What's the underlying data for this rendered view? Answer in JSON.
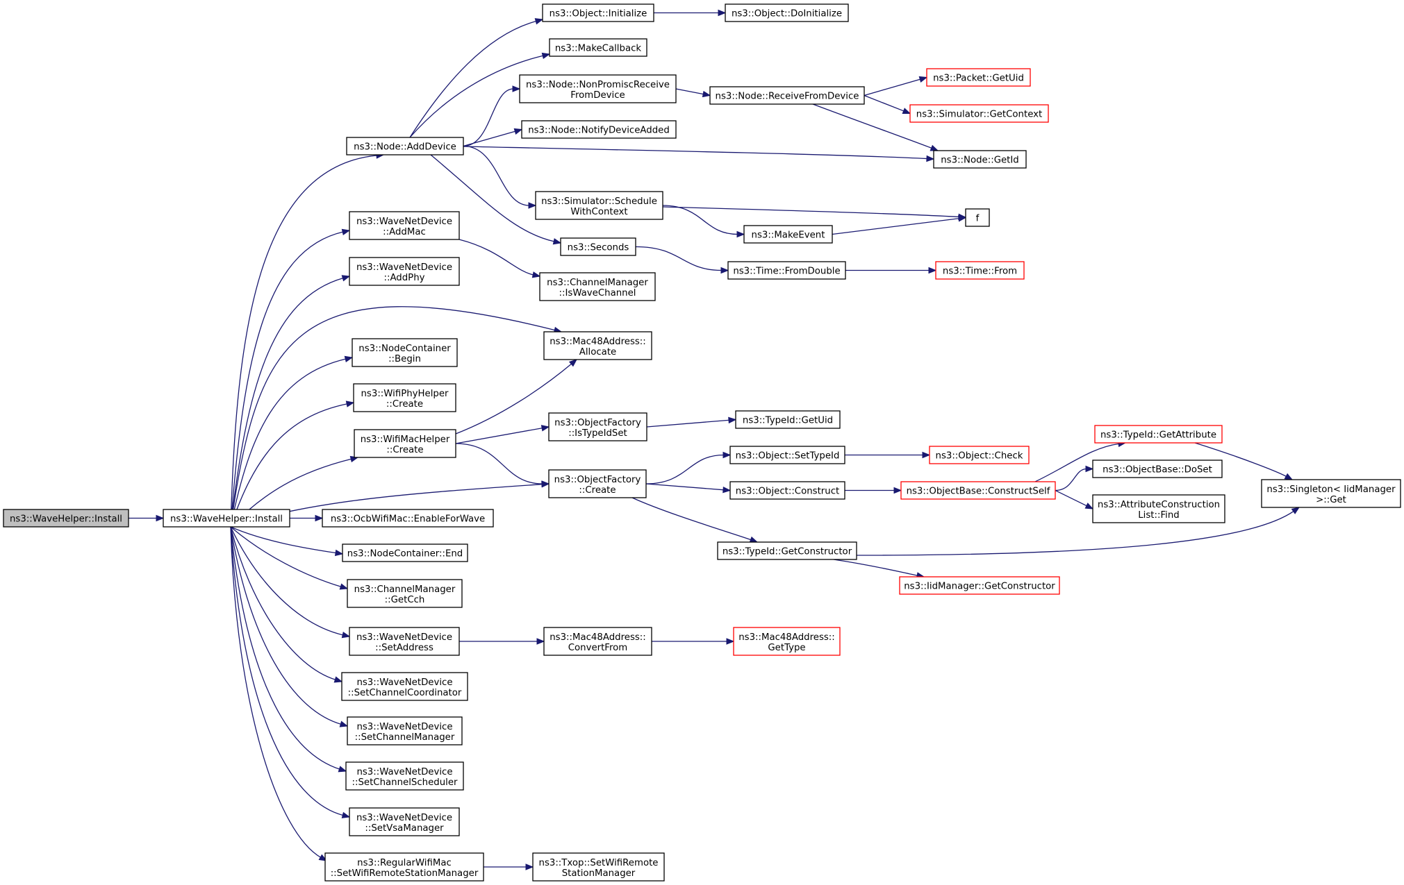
{
  "diagram": {
    "colors": {
      "edge": "#191970",
      "node_border": "#000000",
      "node_border_truncated": "#ff0000",
      "node_fill": "#ffffff",
      "root_fill": "#bfbfbf"
    },
    "nodes": [
      {
        "id": "root",
        "lines": [
          "ns3::WaveHelper::Install"
        ],
        "style": "root"
      },
      {
        "id": "install",
        "lines": [
          "ns3::WaveHelper::Install"
        ],
        "style": "normal"
      },
      {
        "id": "addDevice",
        "lines": [
          "ns3::Node::AddDevice"
        ],
        "style": "normal"
      },
      {
        "id": "objInit",
        "lines": [
          "ns3::Object::Initialize"
        ],
        "style": "normal"
      },
      {
        "id": "objDoInit",
        "lines": [
          "ns3::Object::DoInitialize"
        ],
        "style": "normal"
      },
      {
        "id": "makeCallback",
        "lines": [
          "ns3::MakeCallback"
        ],
        "style": "normal"
      },
      {
        "id": "nonPromisc",
        "lines": [
          "ns3::Node::NonPromiscReceive",
          "FromDevice"
        ],
        "style": "normal"
      },
      {
        "id": "receiveFrom",
        "lines": [
          "ns3::Node::ReceiveFromDevice"
        ],
        "style": "normal"
      },
      {
        "id": "packetGetUid",
        "lines": [
          "ns3::Packet::GetUid"
        ],
        "style": "truncated"
      },
      {
        "id": "simGetContext",
        "lines": [
          "ns3::Simulator::GetContext"
        ],
        "style": "truncated"
      },
      {
        "id": "notifyDevice",
        "lines": [
          "ns3::Node::NotifyDeviceAdded"
        ],
        "style": "normal"
      },
      {
        "id": "nodeGetId",
        "lines": [
          "ns3::Node::GetId"
        ],
        "style": "normal"
      },
      {
        "id": "simSchedule",
        "lines": [
          "ns3::Simulator::Schedule",
          "WithContext"
        ],
        "style": "normal"
      },
      {
        "id": "f",
        "lines": [
          "f"
        ],
        "style": "normal"
      },
      {
        "id": "makeEvent",
        "lines": [
          "ns3::MakeEvent"
        ],
        "style": "normal"
      },
      {
        "id": "seconds",
        "lines": [
          "ns3::Seconds"
        ],
        "style": "normal"
      },
      {
        "id": "fromDouble",
        "lines": [
          "ns3::Time::FromDouble"
        ],
        "style": "normal"
      },
      {
        "id": "timeFrom",
        "lines": [
          "ns3::Time::From"
        ],
        "style": "truncated"
      },
      {
        "id": "addMac",
        "lines": [
          "ns3::WaveNetDevice",
          "::AddMac"
        ],
        "style": "normal"
      },
      {
        "id": "isWaveChannel",
        "lines": [
          "ns3::ChannelManager",
          "::IsWaveChannel"
        ],
        "style": "normal"
      },
      {
        "id": "addPhy",
        "lines": [
          "ns3::WaveNetDevice",
          "::AddPhy"
        ],
        "style": "normal"
      },
      {
        "id": "macAllocate",
        "lines": [
          "ns3::Mac48Address::",
          "Allocate"
        ],
        "style": "normal"
      },
      {
        "id": "ncBegin",
        "lines": [
          "ns3::NodeContainer",
          "::Begin"
        ],
        "style": "normal"
      },
      {
        "id": "wifiPhyCreate",
        "lines": [
          "ns3::WifiPhyHelper",
          "::Create"
        ],
        "style": "normal"
      },
      {
        "id": "wifiMacCreate",
        "lines": [
          "ns3::WifiMacHelper",
          "::Create"
        ],
        "style": "normal"
      },
      {
        "id": "ofIsTypeIdSet",
        "lines": [
          "ns3::ObjectFactory",
          "::IsTypeIdSet"
        ],
        "style": "normal"
      },
      {
        "id": "typeIdGetUid",
        "lines": [
          "ns3::TypeId::GetUid"
        ],
        "style": "normal"
      },
      {
        "id": "ofCreate",
        "lines": [
          "ns3::ObjectFactory",
          "::Create"
        ],
        "style": "normal"
      },
      {
        "id": "objSetTypeId",
        "lines": [
          "ns3::Object::SetTypeId"
        ],
        "style": "normal"
      },
      {
        "id": "objCheck",
        "lines": [
          "ns3::Object::Check"
        ],
        "style": "truncated"
      },
      {
        "id": "objConstruct",
        "lines": [
          "ns3::Object::Construct"
        ],
        "style": "normal"
      },
      {
        "id": "constructSelf",
        "lines": [
          "ns3::ObjectBase::ConstructSelf"
        ],
        "style": "truncated"
      },
      {
        "id": "getAttribute",
        "lines": [
          "ns3::TypeId::GetAttribute"
        ],
        "style": "truncated"
      },
      {
        "id": "doSet",
        "lines": [
          "ns3::ObjectBase::DoSet"
        ],
        "style": "normal"
      },
      {
        "id": "acListFind",
        "lines": [
          "ns3::AttributeConstruction",
          "List::Find"
        ],
        "style": "normal"
      },
      {
        "id": "singletonGet",
        "lines": [
          "ns3::Singleton< IidManager",
          " >::Get"
        ],
        "style": "normal"
      },
      {
        "id": "getConstructor",
        "lines": [
          "ns3::TypeId::GetConstructor"
        ],
        "style": "normal"
      },
      {
        "id": "iidGetConstructor",
        "lines": [
          "ns3::IidManager::GetConstructor"
        ],
        "style": "truncated"
      },
      {
        "id": "enableForWave",
        "lines": [
          "ns3::OcbWifiMac::EnableForWave"
        ],
        "style": "normal"
      },
      {
        "id": "ncEnd",
        "lines": [
          "ns3::NodeContainer::End"
        ],
        "style": "normal"
      },
      {
        "id": "getCch",
        "lines": [
          "ns3::ChannelManager",
          "::GetCch"
        ],
        "style": "normal"
      },
      {
        "id": "setAddress",
        "lines": [
          "ns3::WaveNetDevice",
          "::SetAddress"
        ],
        "style": "normal"
      },
      {
        "id": "convertFrom",
        "lines": [
          "ns3::Mac48Address::",
          "ConvertFrom"
        ],
        "style": "normal"
      },
      {
        "id": "macGetType",
        "lines": [
          "ns3::Mac48Address::",
          "GetType"
        ],
        "style": "truncated"
      },
      {
        "id": "setChanCoord",
        "lines": [
          "ns3::WaveNetDevice",
          "::SetChannelCoordinator"
        ],
        "style": "normal"
      },
      {
        "id": "setChanMgr",
        "lines": [
          "ns3::WaveNetDevice",
          "::SetChannelManager"
        ],
        "style": "normal"
      },
      {
        "id": "setChanSched",
        "lines": [
          "ns3::WaveNetDevice",
          "::SetChannelScheduler"
        ],
        "style": "normal"
      },
      {
        "id": "setVsaMgr",
        "lines": [
          "ns3::WaveNetDevice",
          "::SetVsaManager"
        ],
        "style": "normal"
      },
      {
        "id": "setWifiRsm",
        "lines": [
          "ns3::RegularWifiMac",
          "::SetWifiRemoteStationManager"
        ],
        "style": "normal"
      },
      {
        "id": "txopSetWifiRsm",
        "lines": [
          "ns3::Txop::SetWifiRemote",
          "StationManager"
        ],
        "style": "normal"
      }
    ],
    "edges": [
      [
        "root",
        "install"
      ],
      [
        "install",
        "addDevice"
      ],
      [
        "install",
        "addMac"
      ],
      [
        "install",
        "addPhy"
      ],
      [
        "install",
        "macAllocate"
      ],
      [
        "install",
        "ncBegin"
      ],
      [
        "install",
        "wifiPhyCreate"
      ],
      [
        "install",
        "wifiMacCreate"
      ],
      [
        "install",
        "ofCreate"
      ],
      [
        "install",
        "enableForWave"
      ],
      [
        "install",
        "ncEnd"
      ],
      [
        "install",
        "getCch"
      ],
      [
        "install",
        "setAddress"
      ],
      [
        "install",
        "setChanCoord"
      ],
      [
        "install",
        "setChanMgr"
      ],
      [
        "install",
        "setChanSched"
      ],
      [
        "install",
        "setVsaMgr"
      ],
      [
        "install",
        "setWifiRsm"
      ],
      [
        "addDevice",
        "objInit"
      ],
      [
        "addDevice",
        "makeCallback"
      ],
      [
        "addDevice",
        "nonPromisc"
      ],
      [
        "addDevice",
        "notifyDevice"
      ],
      [
        "addDevice",
        "nodeGetId"
      ],
      [
        "addDevice",
        "simSchedule"
      ],
      [
        "addDevice",
        "seconds"
      ],
      [
        "objInit",
        "objDoInit"
      ],
      [
        "nonPromisc",
        "receiveFrom"
      ],
      [
        "receiveFrom",
        "packetGetUid"
      ],
      [
        "receiveFrom",
        "simGetContext"
      ],
      [
        "receiveFrom",
        "nodeGetId"
      ],
      [
        "simSchedule",
        "f"
      ],
      [
        "simSchedule",
        "makeEvent"
      ],
      [
        "makeEvent",
        "f"
      ],
      [
        "seconds",
        "fromDouble"
      ],
      [
        "fromDouble",
        "timeFrom"
      ],
      [
        "addMac",
        "isWaveChannel"
      ],
      [
        "wifiMacCreate",
        "macAllocate"
      ],
      [
        "wifiMacCreate",
        "ofIsTypeIdSet"
      ],
      [
        "wifiMacCreate",
        "ofCreate"
      ],
      [
        "ofIsTypeIdSet",
        "typeIdGetUid"
      ],
      [
        "ofCreate",
        "objSetTypeId"
      ],
      [
        "ofCreate",
        "objConstruct"
      ],
      [
        "ofCreate",
        "getConstructor"
      ],
      [
        "objSetTypeId",
        "objCheck"
      ],
      [
        "objConstruct",
        "constructSelf"
      ],
      [
        "constructSelf",
        "getAttribute"
      ],
      [
        "constructSelf",
        "doSet"
      ],
      [
        "constructSelf",
        "acListFind"
      ],
      [
        "getAttribute",
        "singletonGet"
      ],
      [
        "getConstructor",
        "singletonGet"
      ],
      [
        "getConstructor",
        "iidGetConstructor"
      ],
      [
        "setAddress",
        "convertFrom"
      ],
      [
        "convertFrom",
        "macGetType"
      ],
      [
        "setWifiRsm",
        "txopSetWifiRsm"
      ]
    ]
  }
}
